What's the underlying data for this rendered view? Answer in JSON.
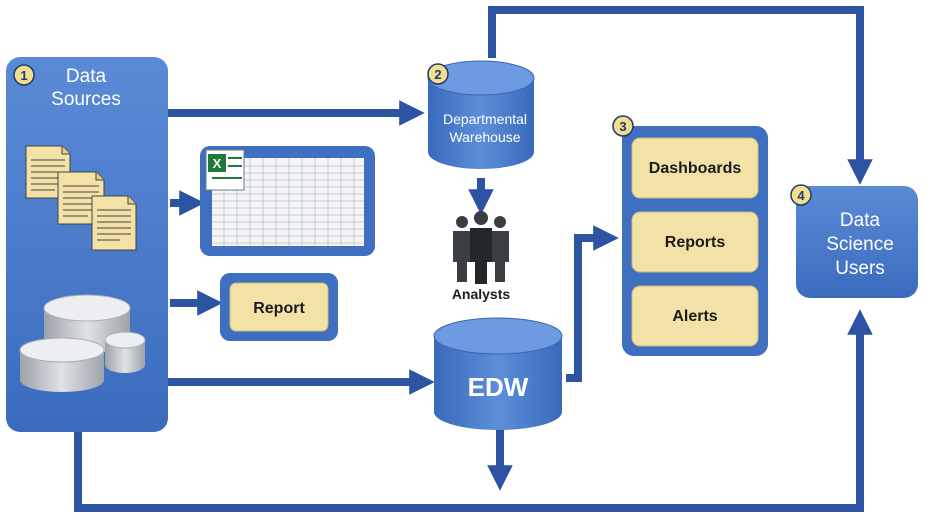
{
  "steps": {
    "s1": {
      "number": "1",
      "label_line1": "Data",
      "label_line2": "Sources"
    },
    "s2": {
      "number": "2",
      "label_line1": "Departmental",
      "label_line2": "Warehouse"
    },
    "s3": {
      "number": "3",
      "items": [
        "Dashboards",
        "Reports",
        "Alerts"
      ]
    },
    "s4": {
      "number": "4",
      "label_line1": "Data",
      "label_line2": "Science",
      "label_line3": "Users"
    }
  },
  "report_box": {
    "label": "Report"
  },
  "analysts": {
    "label": "Analysts"
  },
  "edw": {
    "label": "EDW"
  },
  "colors": {
    "accent_blue": "#3f6fc0",
    "dark_blue": "#2c54a3",
    "panel_blue": "#4a7cc9",
    "cream": "#f3e2a8",
    "badge": "#f2de8c"
  },
  "icons": [
    "document-stack-icon",
    "spreadsheet-icon",
    "excel-icon",
    "database-icon",
    "people-icon"
  ]
}
